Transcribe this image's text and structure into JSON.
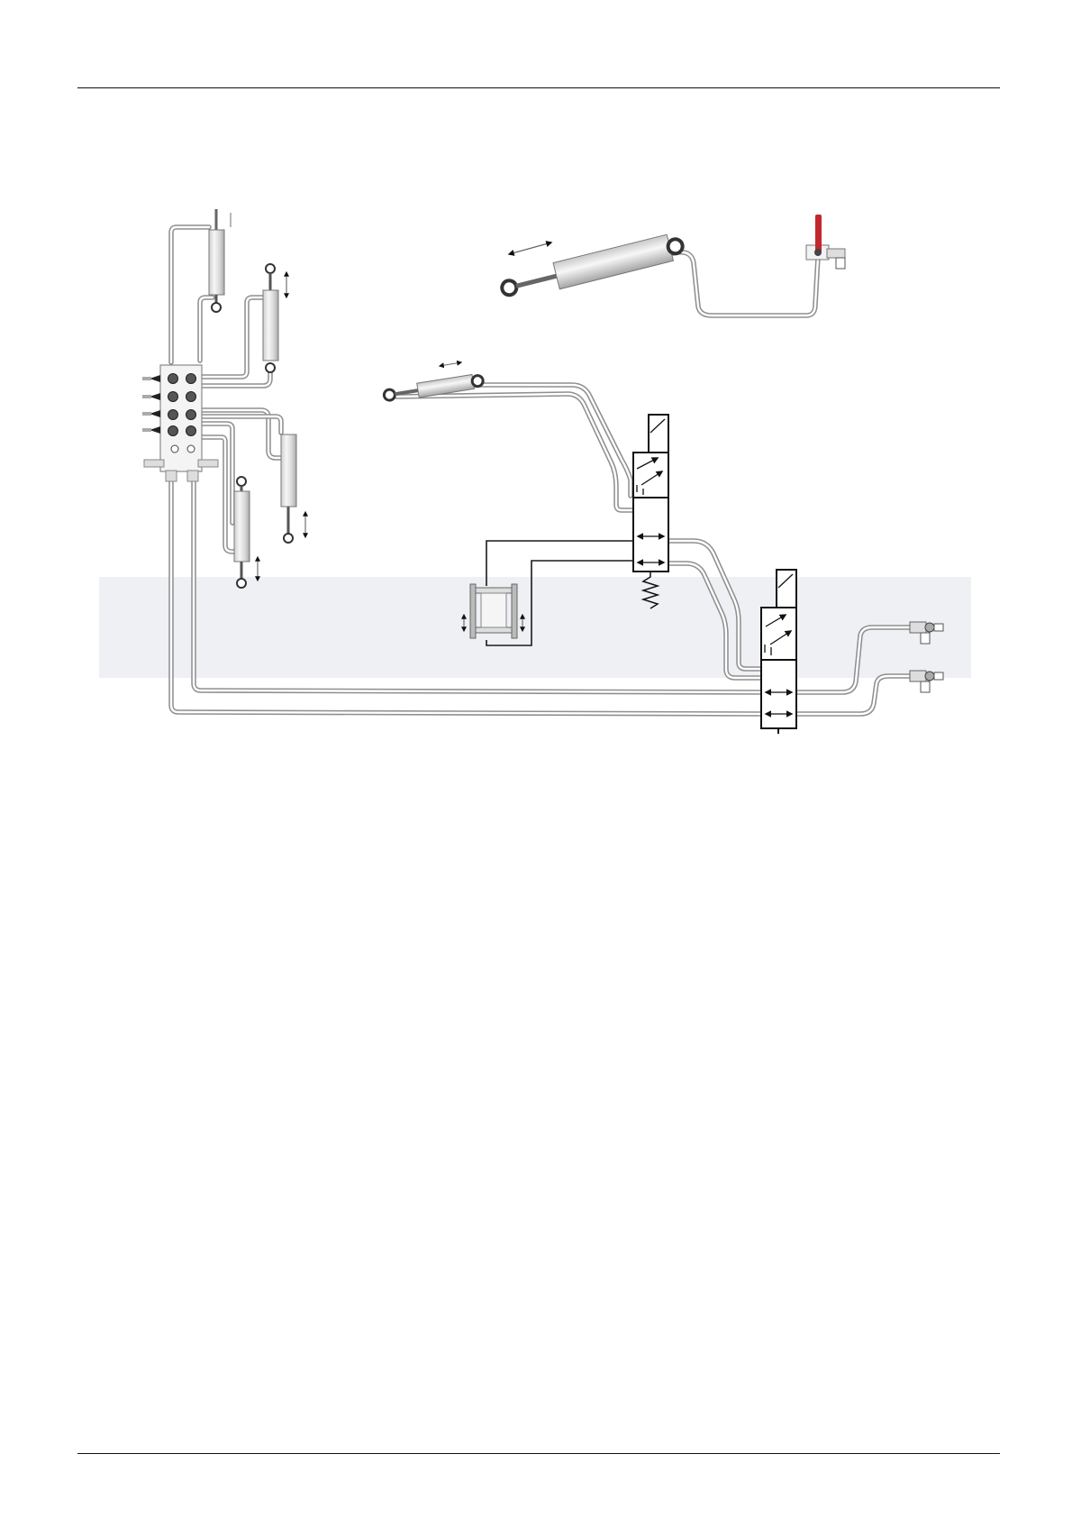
{
  "page": {
    "header_rule": true,
    "footer_rule": true,
    "background_band_color": "#eef0f4"
  },
  "diagram": {
    "components": [
      {
        "id": "control-block",
        "kind": "distributor valve block with 4 levers"
      },
      {
        "id": "cylinder-1",
        "kind": "hydraulic cylinder"
      },
      {
        "id": "cylinder-2",
        "kind": "hydraulic cylinder"
      },
      {
        "id": "cylinder-3",
        "kind": "hydraulic cylinder"
      },
      {
        "id": "cylinder-4",
        "kind": "hydraulic cylinder"
      },
      {
        "id": "cylinder-5",
        "kind": "hydraulic cylinder with tap"
      },
      {
        "id": "cylinder-6",
        "kind": "hydraulic cylinder"
      },
      {
        "id": "valve-1",
        "kind": "solenoid directional valve with spring return"
      },
      {
        "id": "valve-2",
        "kind": "solenoid directional valve"
      },
      {
        "id": "double-cylinder",
        "kind": "twin cylinder"
      },
      {
        "id": "coupler-1",
        "kind": "quick coupler"
      },
      {
        "id": "coupler-2",
        "kind": "quick coupler"
      }
    ],
    "colors": {
      "hose": "#8f8f8f",
      "symbol_line": "#111111",
      "tap_handle": "#c0282d"
    }
  }
}
